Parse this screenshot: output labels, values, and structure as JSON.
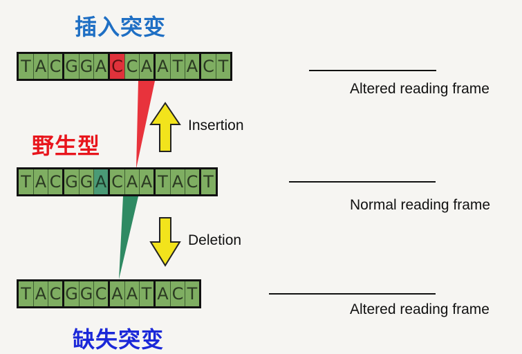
{
  "titles": {
    "insertion": "插入突变",
    "wild_type": "野生型",
    "deletion": "缺失突变"
  },
  "strands": {
    "insertion": {
      "codons": [
        [
          "T",
          "A",
          "C"
        ],
        [
          "G",
          "G",
          "A"
        ],
        [
          "C",
          "C",
          "A"
        ],
        [
          "A",
          "T",
          "A"
        ],
        [
          "C",
          "T"
        ]
      ],
      "highlight": "red"
    },
    "wild_type": {
      "codons": [
        [
          "T",
          "A",
          "C"
        ],
        [
          "G",
          "G",
          "A"
        ],
        [
          "C",
          "A",
          "A"
        ],
        [
          "T",
          "A",
          "C"
        ],
        [
          "T"
        ]
      ],
      "highlight": "teal"
    },
    "deletion": {
      "codons": [
        [
          "T",
          "A",
          "C"
        ],
        [
          "G",
          "G",
          "C"
        ],
        [
          "A",
          "A",
          "T"
        ],
        [
          "A",
          "C",
          "T"
        ]
      ],
      "highlight": "none"
    }
  },
  "frame_labels": {
    "top": "Altered reading frame",
    "middle": "Normal reading frame",
    "bottom": "Altered reading frame"
  },
  "arrows": {
    "insertion_label": "Insertion",
    "deletion_label": "Deletion"
  },
  "colors": {
    "base_fill": "#7fae62",
    "insert_base": "#e0323b",
    "wild_base": "#4a9a76",
    "arrow_fill": "#f2e31c",
    "insert_title": "#1f6fc4",
    "wild_title": "#e8151c",
    "delete_title": "#1b28d8"
  }
}
